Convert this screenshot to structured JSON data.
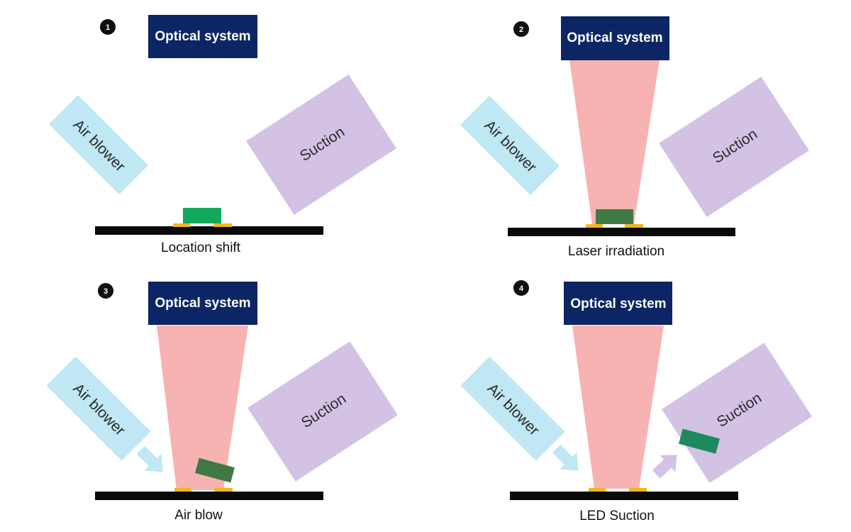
{
  "colors": {
    "optical_box": "#0c2665",
    "laser_beam": "#f7b3b1",
    "air_blower": "#bfe7f4",
    "suction": "#d3c2e4",
    "stage_bar": "#0a0a0a",
    "pad": "#f2b61c",
    "led_green": "#14a85c",
    "led_dark": "#3f7a45",
    "led_suction": "#1f8a5e",
    "badge": "#0f0f0f"
  },
  "panels": [
    {
      "step_number": "1",
      "optical_label": "Optical system",
      "air_blower_label": "Air blower",
      "suction_label": "Suction",
      "caption": "Location shift",
      "laser_on": false,
      "air_flow": false,
      "suction_flow": false,
      "led_state": "shifted"
    },
    {
      "step_number": "2",
      "optical_label": "Optical system",
      "air_blower_label": "Air blower",
      "suction_label": "Suction",
      "caption": "Laser irradiation",
      "laser_on": true,
      "air_flow": false,
      "suction_flow": false,
      "led_state": "irradiated"
    },
    {
      "step_number": "3",
      "optical_label": "Optical system",
      "air_blower_label": "Air blower",
      "suction_label": "Suction",
      "caption": "Air blow",
      "laser_on": true,
      "air_flow": true,
      "suction_flow": false,
      "led_state": "tilted"
    },
    {
      "step_number": "4",
      "optical_label": "Optical system",
      "air_blower_label": "Air blower",
      "suction_label": "Suction",
      "caption": "LED Suction",
      "laser_on": true,
      "air_flow": true,
      "suction_flow": true,
      "led_state": "sucked"
    }
  ]
}
